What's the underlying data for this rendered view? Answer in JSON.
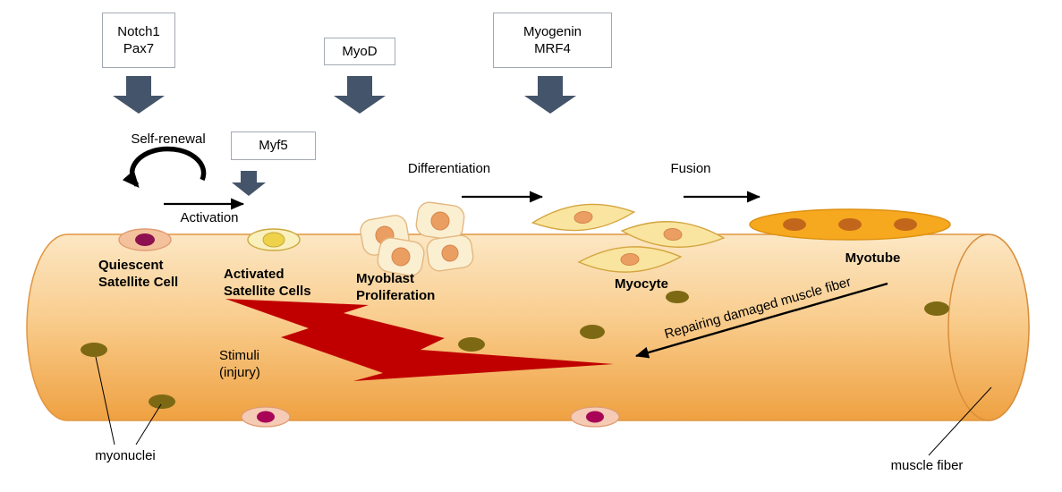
{
  "diagram": {
    "boxes": {
      "notch_pax": "Notch1\nPax7",
      "myod": "MyoD",
      "myogenin_mrf4": "Myogenin\nMRF4",
      "myf5": "Myf5"
    },
    "labels": {
      "self_renewal": "Self-renewal",
      "activation": "Activation",
      "differentiation": "Differentiation",
      "fusion": "Fusion",
      "quiescent_cell": "Quiescent\nSatellite Cell",
      "activated_cells": "Activated\nSatellite Cells",
      "myoblast": "Myoblast\nProliferation",
      "myocyte": "Myocyte",
      "myotube": "Myotube",
      "stimuli": "Stimuli\n(injury)",
      "repairing": "Repairing damaged muscle fiber",
      "myonuclei": "myonuclei",
      "muscle_fiber": "muscle fiber"
    },
    "colors": {
      "block_arrow": "#44546A",
      "lightning": "#C00000",
      "fiber_top": "#FCE7C4",
      "fiber_bottom": "#EFA141",
      "myonucleus": "#7D6914",
      "satellite_nucleus": "#A90557",
      "quiescent_nucleus": "#8E1050",
      "myotube_fill": "#F6A81F",
      "myotube_nucleus": "#C2661C"
    }
  }
}
